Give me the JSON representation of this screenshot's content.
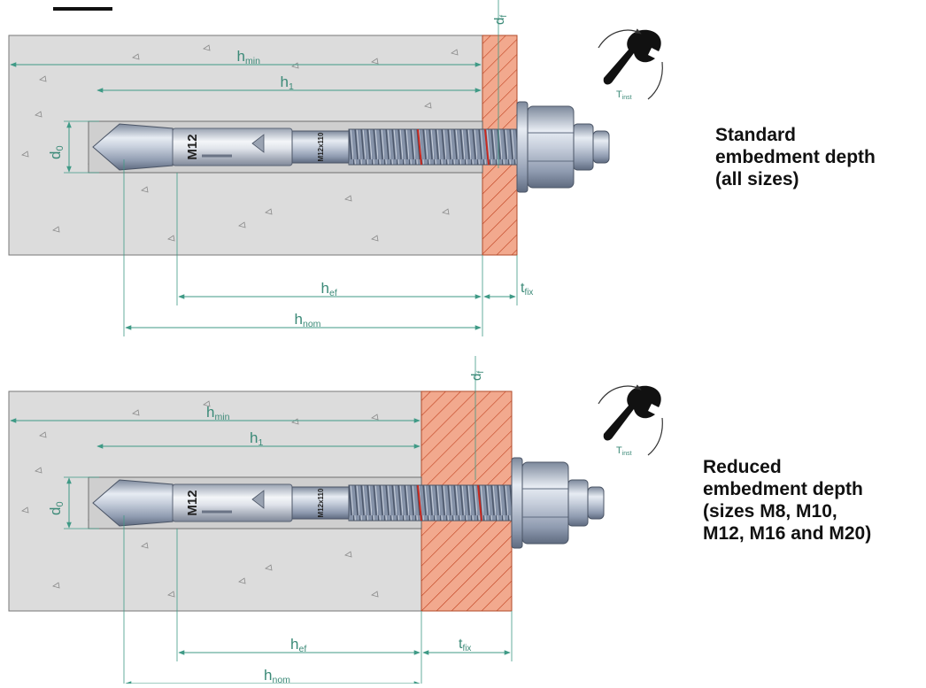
{
  "diagrams": [
    {
      "caption": [
        "Standard",
        "embedment depth",
        "(all sizes)"
      ],
      "labels": {
        "h_min": "hmin",
        "h1": "h1",
        "d0": "d0",
        "df": "df",
        "hef": "hef",
        "tfix": "tfix",
        "hnom": "hnom",
        "tinst": "Tinst",
        "anchor_size": "M12",
        "anchor_marking": "M12x110"
      }
    },
    {
      "caption": [
        "Reduced",
        "embedment depth",
        "(sizes M8, M10,",
        "M12, M16 and M20)"
      ],
      "labels": {
        "h_min": "hmin",
        "h1": "h1",
        "d0": "d0",
        "df": "df",
        "hef": "hef",
        "tfix": "tfix",
        "hnom": "hnom",
        "tinst": "Tinst",
        "anchor_size": "M12",
        "anchor_marking": "M12x110"
      }
    }
  ],
  "icons": [
    "wrench-icon",
    "rotation-arrow-icon"
  ],
  "colors": {
    "concrete": "#dcdcdc",
    "fixture": "#f2a98e",
    "fixture_hatch": "#c0401e",
    "dimension": "#3f9a86",
    "steel": "#b3bccb"
  }
}
